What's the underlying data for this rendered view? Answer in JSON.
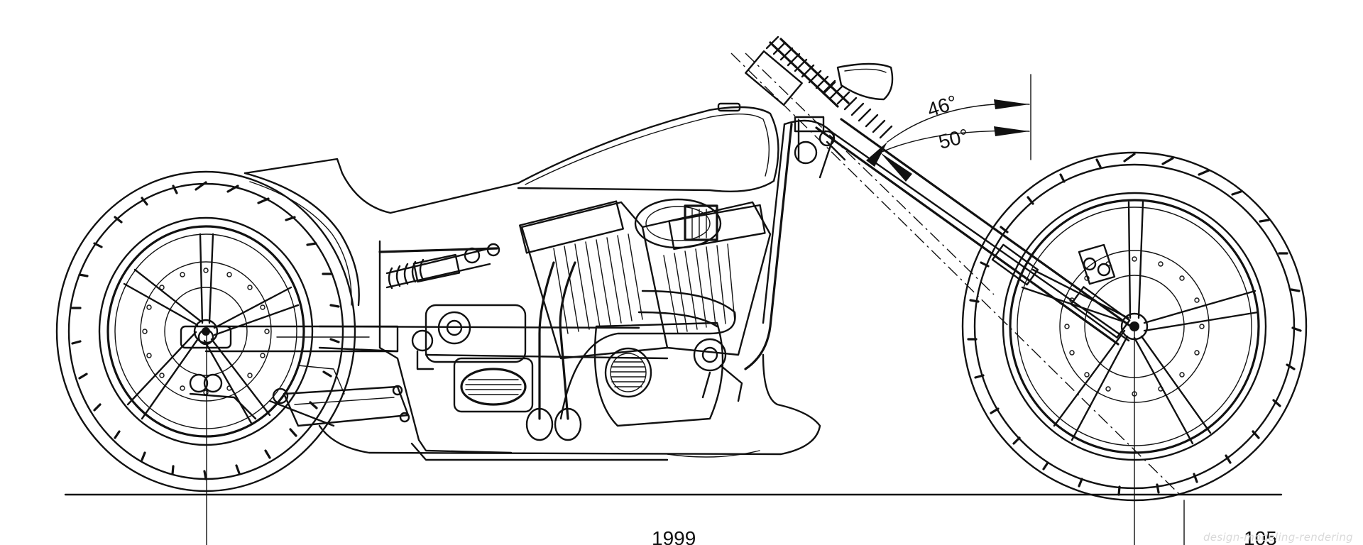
{
  "drawing": {
    "angles": [
      "46°",
      "50°"
    ],
    "dimensions": [
      "1999",
      "105"
    ]
  },
  "watermark": "design-modeling-rendering",
  "colors": {
    "line": "#111111",
    "background": "#ffffff",
    "watermark": "#d9d9d9"
  }
}
